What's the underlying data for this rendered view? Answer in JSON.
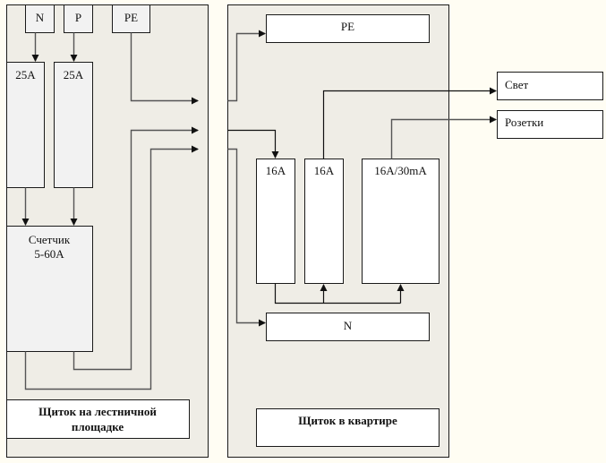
{
  "landing_panel": {
    "inputs": {
      "n": "N",
      "p": "P",
      "pe": "PE"
    },
    "breaker_n": "25A",
    "breaker_p": "25A",
    "meter": {
      "line1": "Счетчик",
      "line2": "5-60A"
    },
    "title": {
      "line1": "Щиток на лестничной",
      "line2": "площадке"
    }
  },
  "apartment_panel": {
    "pe_bus": "PE",
    "n_bus": "N",
    "breaker_1": "16A",
    "breaker_2": "16A",
    "rcd": "16A/30mA",
    "title": "Щиток в квартире"
  },
  "loads": {
    "light": "Свет",
    "sockets": "Розетки"
  }
}
